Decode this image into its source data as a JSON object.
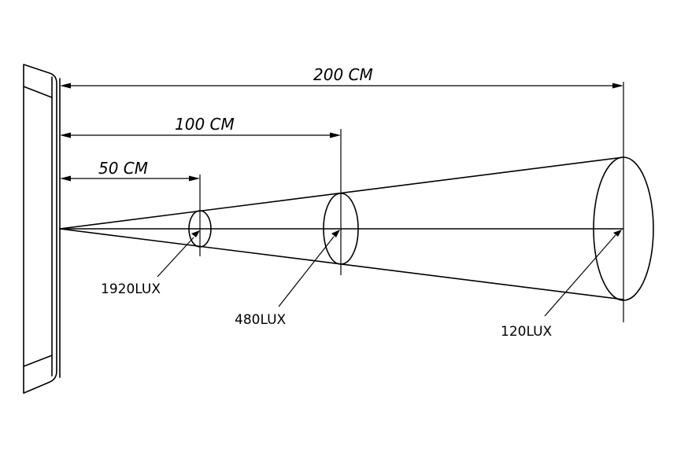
{
  "dimensions": {
    "d50": "50 CM",
    "d100": "100 CM",
    "d200": "200 CM"
  },
  "illuminance": {
    "l50": "1920LUX",
    "l100": "480LUX",
    "l200": "120LUX"
  }
}
